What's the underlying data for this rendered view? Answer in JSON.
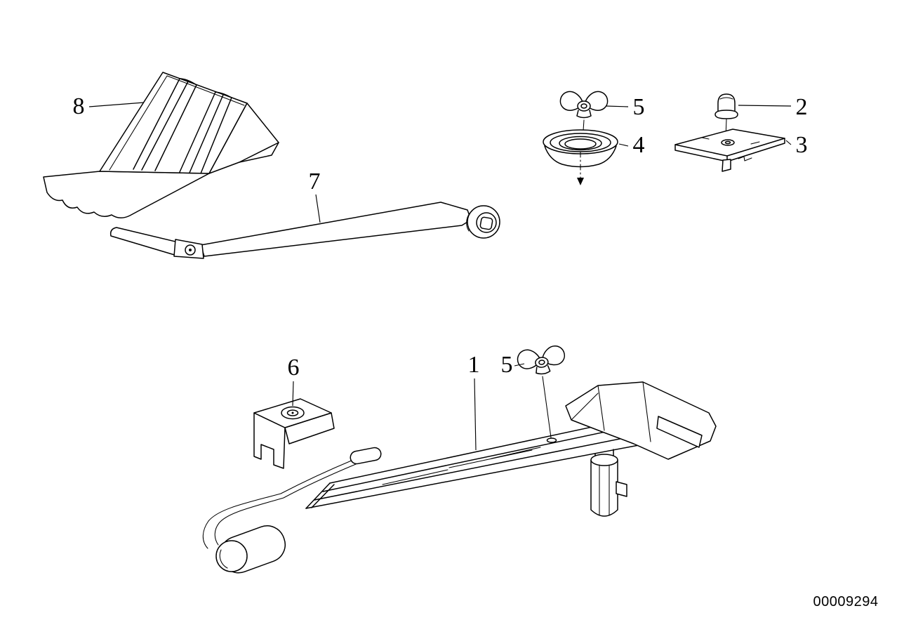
{
  "diagram": {
    "background_color": "#ffffff",
    "line_color": "#000000",
    "description": "Exploded-view line drawing of a car tool kit: jack, wheel chock, lug wrench, clamp bracket and fasteners"
  },
  "callouts": {
    "c1": {
      "label": "1",
      "part": "car-jack"
    },
    "c2": {
      "label": "2",
      "part": "cap-nut"
    },
    "c3": {
      "label": "3",
      "part": "mounting-plate"
    },
    "c4": {
      "label": "4",
      "part": "rubber-grommet"
    },
    "c5a": {
      "label": "5",
      "part": "wing-nut-upper"
    },
    "c5b": {
      "label": "5",
      "part": "wing-nut-lower"
    },
    "c6": {
      "label": "6",
      "part": "clamp-bracket"
    },
    "c7": {
      "label": "7",
      "part": "lug-wrench"
    },
    "c8": {
      "label": "8",
      "part": "wheel-chock"
    }
  },
  "footer": {
    "document_number": "00009294"
  }
}
